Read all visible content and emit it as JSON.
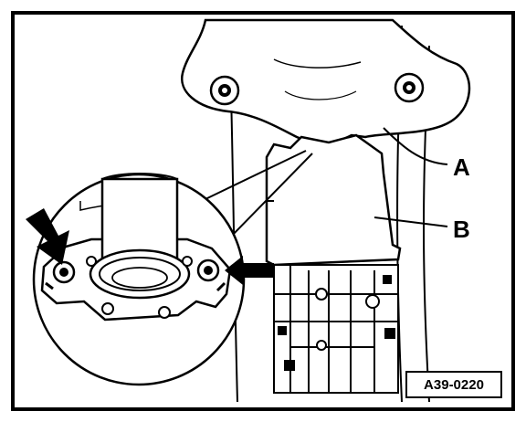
{
  "callouts": {
    "a": "A",
    "b": "B"
  },
  "figure_reference": "A39-0220",
  "colors": {
    "ink": "#000000",
    "paper": "#ffffff"
  }
}
